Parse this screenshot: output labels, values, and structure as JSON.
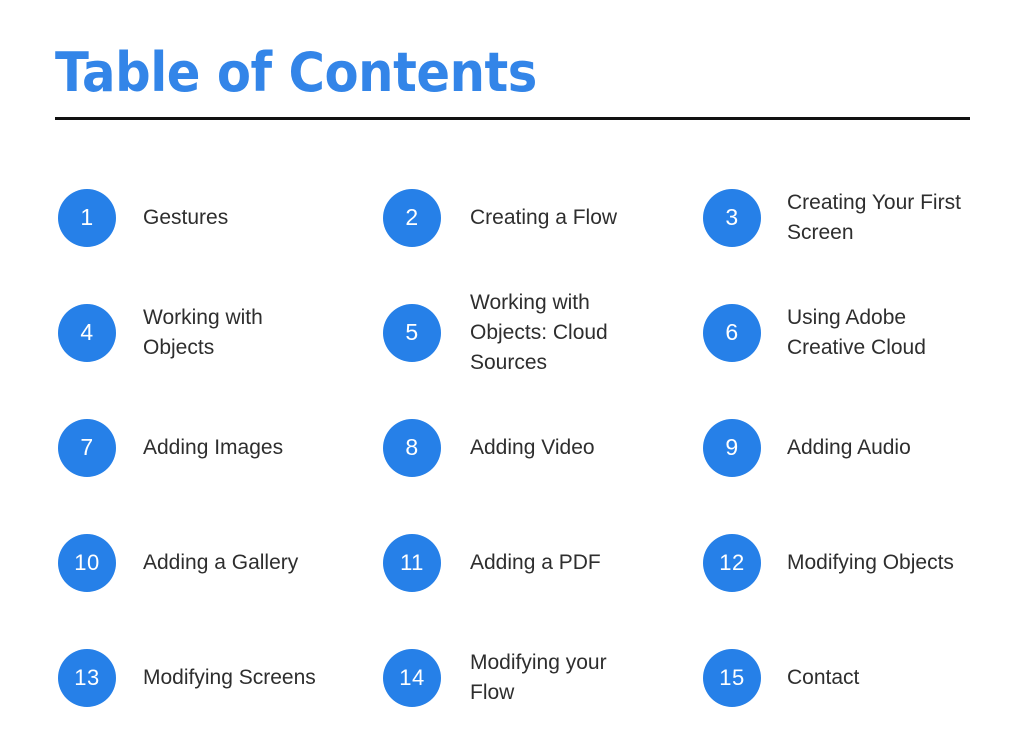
{
  "page": {
    "title": "Table of Contents",
    "background_color": "#ffffff",
    "title_color": "#3385e8",
    "rule_color": "#111111",
    "badge_color": "#2680e8",
    "badge_text_color": "#ffffff",
    "label_color": "#2e2e2e"
  },
  "contents": {
    "items": [
      {
        "number": "1",
        "label": "Gestures"
      },
      {
        "number": "2",
        "label": "Creating a Flow"
      },
      {
        "number": "3",
        "label": "Creating Your First Screen"
      },
      {
        "number": "4",
        "label": "Working with Objects"
      },
      {
        "number": "5",
        "label": "Working with Objects: Cloud Sources"
      },
      {
        "number": "6",
        "label": "Using Adobe Creative Cloud"
      },
      {
        "number": "7",
        "label": "Adding Images"
      },
      {
        "number": "8",
        "label": "Adding Video"
      },
      {
        "number": "9",
        "label": "Adding Audio"
      },
      {
        "number": "10",
        "label": "Adding a Gallery"
      },
      {
        "number": "11",
        "label": "Adding a PDF"
      },
      {
        "number": "12",
        "label": "Modifying Objects"
      },
      {
        "number": "13",
        "label": "Modifying Screens"
      },
      {
        "number": "14",
        "label": "Modifying your Flow"
      },
      {
        "number": "15",
        "label": "Contact"
      }
    ]
  }
}
